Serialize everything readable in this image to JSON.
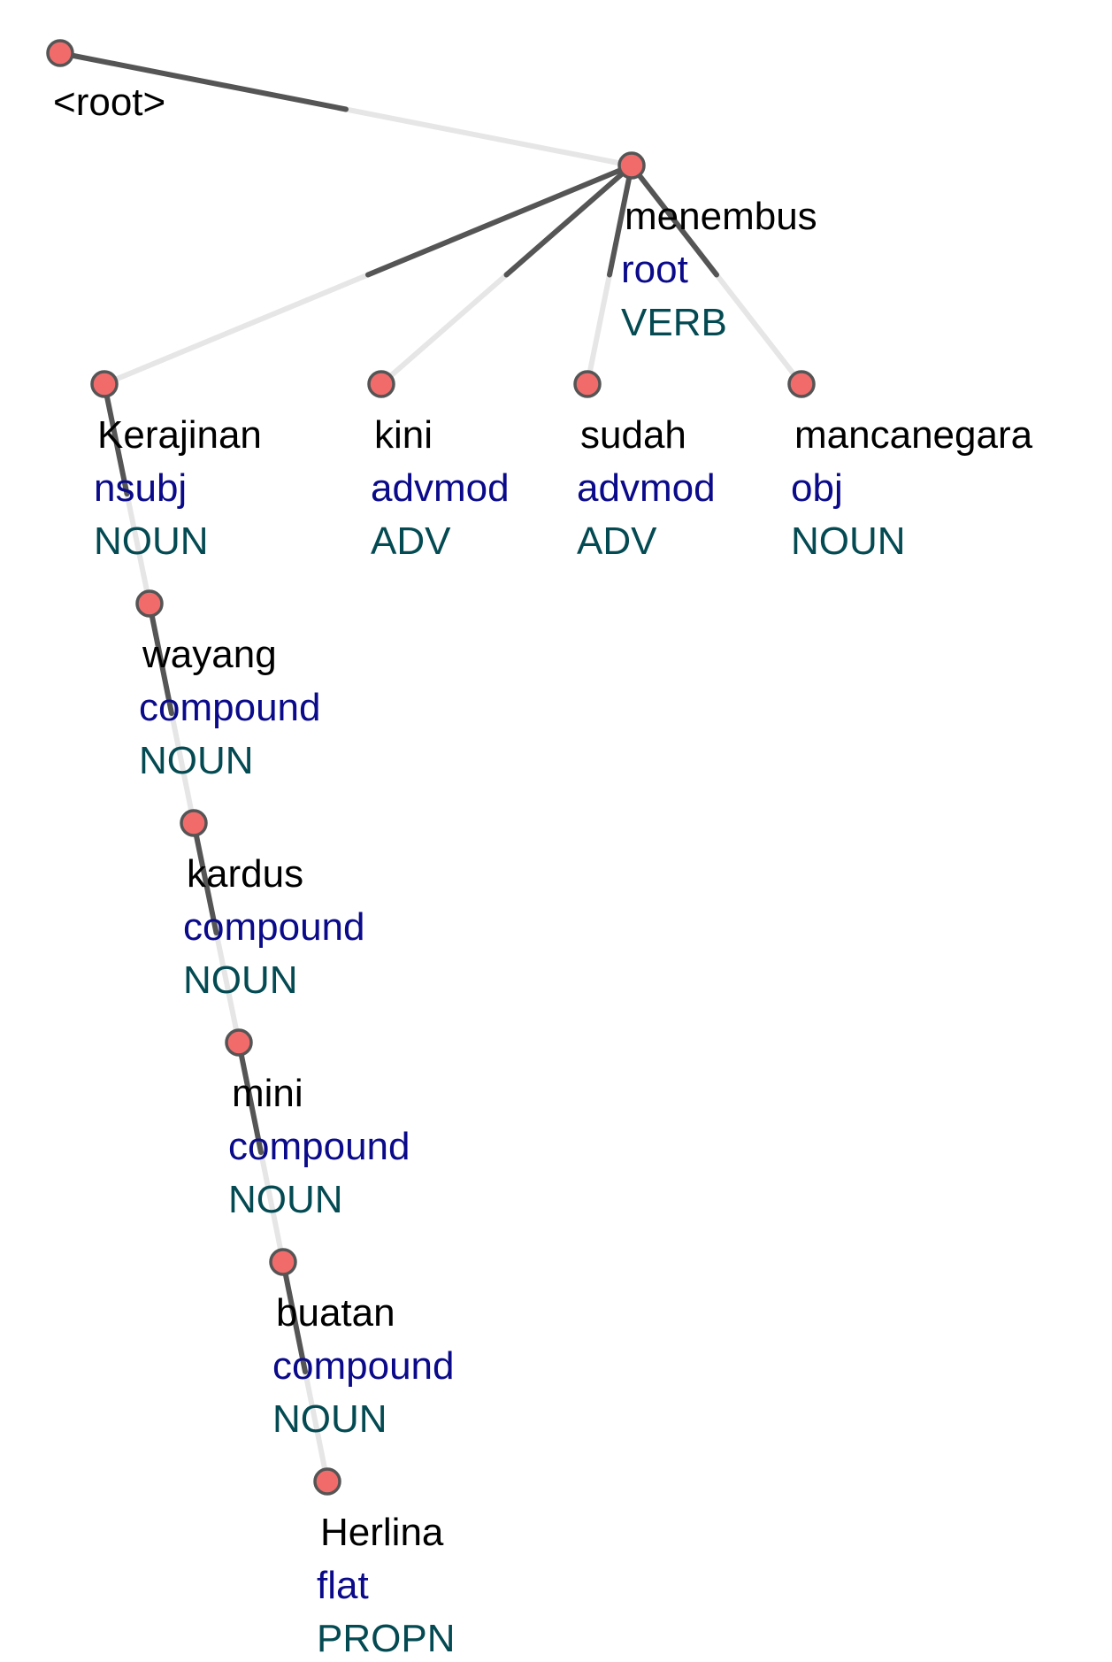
{
  "tree": {
    "colors": {
      "edge_dark": "#555555",
      "edge_light": "#e6e6e6",
      "node_fill": "#f26b6b",
      "form_text": "#000000",
      "deprel_text": "#0a0a8a",
      "upos_text": "#044a52"
    },
    "root_label": "<root>",
    "tokens": [
      {
        "id": 1,
        "form": "Kerajinan",
        "deprel": "nsubj",
        "upos": "NOUN",
        "head": 7
      },
      {
        "id": 2,
        "form": "wayang",
        "deprel": "compound",
        "upos": "NOUN",
        "head": 1
      },
      {
        "id": 3,
        "form": "kardus",
        "deprel": "compound",
        "upos": "NOUN",
        "head": 2
      },
      {
        "id": 4,
        "form": "mini",
        "deprel": "compound",
        "upos": "NOUN",
        "head": 3
      },
      {
        "id": 5,
        "form": "buatan",
        "deprel": "compound",
        "upos": "NOUN",
        "head": 4
      },
      {
        "id": 6,
        "form": "Herlina",
        "deprel": "flat",
        "upos": "PROPN",
        "head": 5
      },
      {
        "id": 7,
        "form": "menembus",
        "deprel": "root",
        "upos": "VERB",
        "head": 0
      },
      {
        "id": 8,
        "form": "kini",
        "deprel": "advmod",
        "upos": "ADV",
        "head": 7
      },
      {
        "id": 9,
        "form": "sudah",
        "deprel": "advmod",
        "upos": "ADV",
        "head": 7
      },
      {
        "id": 10,
        "form": "mancanegara",
        "deprel": "obj",
        "upos": "NOUN",
        "head": 7
      }
    ]
  }
}
